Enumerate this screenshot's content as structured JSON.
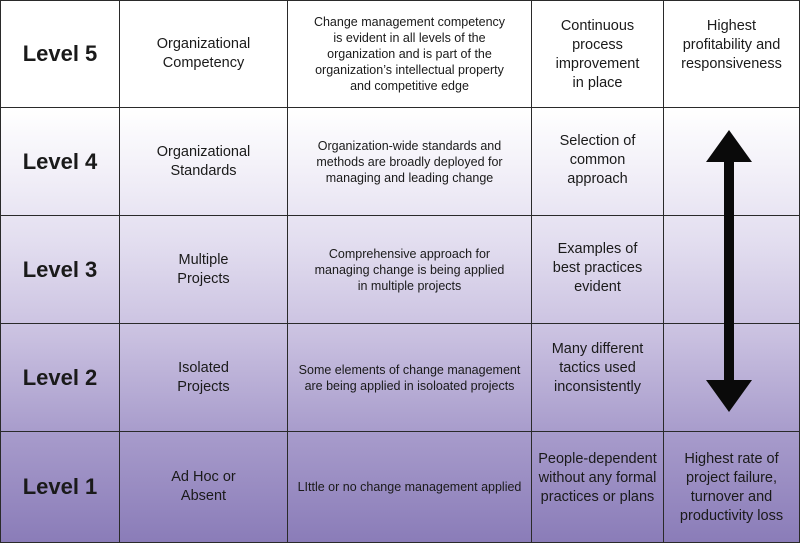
{
  "levels": [
    {
      "level": "Level 5",
      "name": "Organizational Competency",
      "description": "Change management competency is evident in all levels of the organization and is part of the organization’s intellectual property and competitive edge",
      "characteristic": "Continuous process improvement in place",
      "outcome": "Highest profitability and responsiveness"
    },
    {
      "level": "Level 4",
      "name": "Organizational Standards",
      "description": "Organization-wide standards and methods are broadly deployed for managing and leading change",
      "characteristic": "Selection of common approach",
      "outcome": ""
    },
    {
      "level": "Level 3",
      "name": "Multiple Projects",
      "description": "Comprehensive approach for managing change is being applied in multiple projects",
      "characteristic": "Examples of best practices evident",
      "outcome": ""
    },
    {
      "level": "Level 2",
      "name": "Isolated Projects",
      "description": "Some elements of change management are being applied in isoloated projects",
      "characteristic": "Many different tactics used inconsistently",
      "outcome": ""
    },
    {
      "level": "Level 1",
      "name": "Ad Hoc or Absent",
      "description": "LIttle or no change management applied",
      "characteristic": "People-dependent without any formal practices or plans",
      "outcome": "Highest rate of project failure, turnover and productivity loss"
    }
  ],
  "colors": {
    "border": "#2a2a2a",
    "gradient_top": "#ffffff",
    "gradient_bottom": "#8a7cb8",
    "arrow": "#0a0a0a"
  },
  "icons": {
    "arrow": "double-headed-vertical-arrow"
  }
}
